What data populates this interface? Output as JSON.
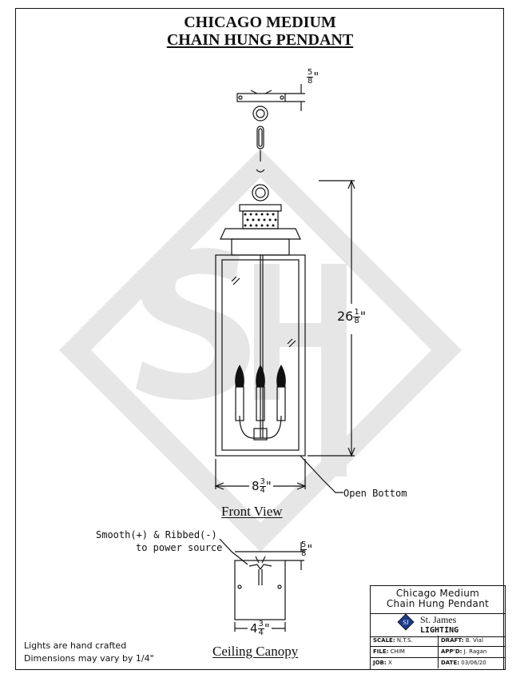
{
  "header": {
    "title_line1": "CHICAGO MEDIUM",
    "title_line2": "CHAIN HUNG PENDANT"
  },
  "front_view": {
    "title": "Front View",
    "top_dim_whole": "",
    "top_dim_num": "5",
    "top_dim_den": "8",
    "top_dim_unit": "\"",
    "height_whole": "26",
    "height_num": "1",
    "height_den": "8",
    "height_unit": "\"",
    "width_whole": "8",
    "width_num": "3",
    "width_den": "4",
    "width_unit": "\"",
    "open_bottom_label": "Open Bottom"
  },
  "canopy": {
    "title": "Ceiling Canopy",
    "wire_label_line1": "Smooth(+) & Ribbed(-)",
    "wire_label_line2": "to power source",
    "depth_num": "5",
    "depth_den": "8",
    "depth_unit": "\"",
    "width_whole": "4",
    "width_num": "3",
    "width_den": "4",
    "width_unit": "\""
  },
  "notes": {
    "line1": "Lights are hand crafted",
    "line2": "Dimensions may vary by 1/4\""
  },
  "title_block": {
    "product_line1": "Chicago Medium",
    "product_line2": "Chain Hung Pendant",
    "company_name": "St. James",
    "company_sub": "LIGHTING",
    "scale_label": "SCALE:",
    "scale_value": "N.T.S.",
    "draft_label": "DRAFT:",
    "draft_value": "B. Vial",
    "file_label": "FILE:",
    "file_value": "CHIM",
    "appd_label": "APP'D:",
    "appd_value": "J. Ragan",
    "job_label": "JOB:",
    "job_value": "X",
    "date_label": "DATE:",
    "date_value": "03/06/20"
  }
}
